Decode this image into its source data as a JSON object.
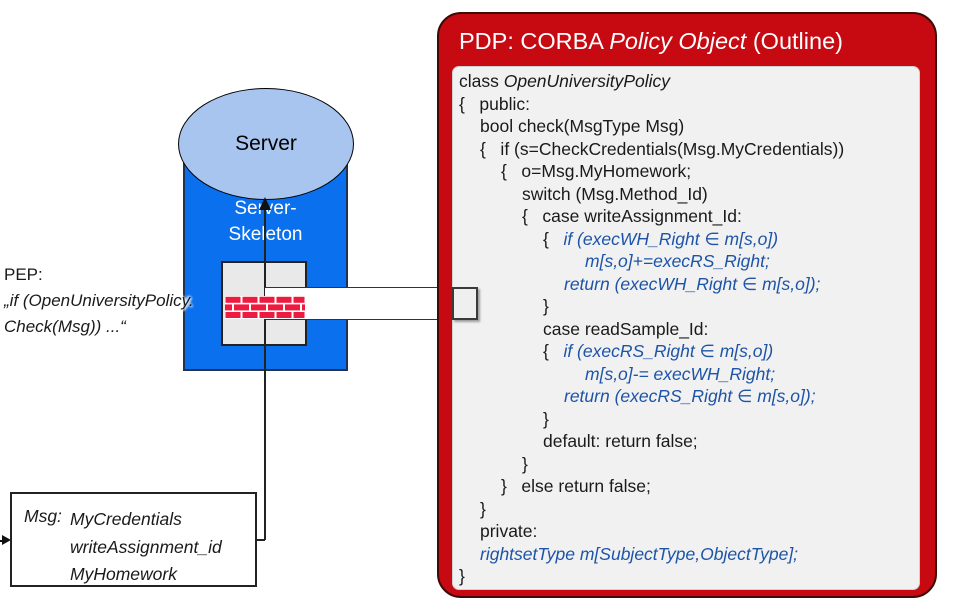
{
  "colors": {
    "card_red": "#c70a12",
    "panel_bg": "#f1f1f1",
    "code_blue": "#1d54a8",
    "skeleton_blue": "#0b70ee",
    "ellipse_blue": "#a8c5f0",
    "brick_red": "#ee1b40"
  },
  "server": {
    "label": "Server",
    "skeleton_line1": "Server-",
    "skeleton_line2": "Skeleton"
  },
  "pep": {
    "label": "PEP:",
    "line1": "„if (OpenUniversityPolicy.",
    "line2": "Check(Msg)) ...“"
  },
  "msg": {
    "label": "Msg:",
    "items": [
      "MyCredentials",
      "writeAssignment_id",
      "MyHomework"
    ]
  },
  "pdp": {
    "title": {
      "pre": "PDP: CORBA ",
      "italic": "Policy Object",
      "post": " (Outline)"
    },
    "code_lines": [
      {
        "ind": 0,
        "seg": [
          {
            "c": "n",
            "t": "class "
          },
          {
            "c": "ni",
            "t": "OpenUniversityPolicy"
          }
        ]
      },
      {
        "ind": 0,
        "seg": [
          {
            "c": "n",
            "t": "{   public:"
          }
        ]
      },
      {
        "ind": 1,
        "seg": [
          {
            "c": "n",
            "t": "bool check(MsgType Msg)"
          }
        ]
      },
      {
        "ind": 1,
        "seg": [
          {
            "c": "n",
            "t": "{   if (s=CheckCredentials(Msg.MyCredentials))"
          }
        ]
      },
      {
        "ind": 2,
        "seg": [
          {
            "c": "n",
            "t": "{   o=Msg.MyHomework;"
          }
        ]
      },
      {
        "ind": 3,
        "seg": [
          {
            "c": "n",
            "t": "switch (Msg.Method_Id)"
          }
        ]
      },
      {
        "ind": 3,
        "seg": [
          {
            "c": "n",
            "t": "{   case writeAssignment_Id:"
          }
        ]
      },
      {
        "ind": 4,
        "seg": [
          {
            "c": "n",
            "t": "{   "
          },
          {
            "c": "b",
            "t": "if (execWH_Right ∈ m[s,o])"
          }
        ]
      },
      {
        "ind": 6,
        "seg": [
          {
            "c": "b",
            "t": "m[s,o]+=execRS_Right;"
          }
        ]
      },
      {
        "ind": 5,
        "seg": [
          {
            "c": "b",
            "t": "return (execWH_Right ∈ m[s,o]);"
          }
        ]
      },
      {
        "ind": 4,
        "seg": [
          {
            "c": "n",
            "t": "}"
          }
        ]
      },
      {
        "ind": 4,
        "seg": [
          {
            "c": "n",
            "t": "case readSample_Id:"
          }
        ]
      },
      {
        "ind": 4,
        "seg": [
          {
            "c": "n",
            "t": "{   "
          },
          {
            "c": "b",
            "t": "if (execRS_Right ∈ m[s,o])"
          }
        ]
      },
      {
        "ind": 6,
        "seg": [
          {
            "c": "b",
            "t": "m[s,o]-= execWH_Right;"
          }
        ]
      },
      {
        "ind": 5,
        "seg": [
          {
            "c": "b",
            "t": "return (execRS_Right ∈ m[s,o]);"
          }
        ]
      },
      {
        "ind": 4,
        "seg": [
          {
            "c": "n",
            "t": "}"
          }
        ]
      },
      {
        "ind": 4,
        "seg": [
          {
            "c": "n",
            "t": "default: return false;"
          }
        ]
      },
      {
        "ind": 3,
        "seg": [
          {
            "c": "n",
            "t": "}"
          }
        ]
      },
      {
        "ind": 2,
        "seg": [
          {
            "c": "n",
            "t": "}   else return false;"
          }
        ]
      },
      {
        "ind": 1,
        "seg": [
          {
            "c": "n",
            "t": "}"
          }
        ]
      },
      {
        "ind": 1,
        "seg": [
          {
            "c": "n",
            "t": "private:"
          }
        ]
      },
      {
        "ind": 1,
        "seg": [
          {
            "c": "b",
            "t": "rightsetType m[SubjectType,ObjectType];"
          }
        ]
      },
      {
        "ind": 0,
        "seg": [
          {
            "c": "n",
            "t": "}"
          }
        ]
      }
    ]
  }
}
